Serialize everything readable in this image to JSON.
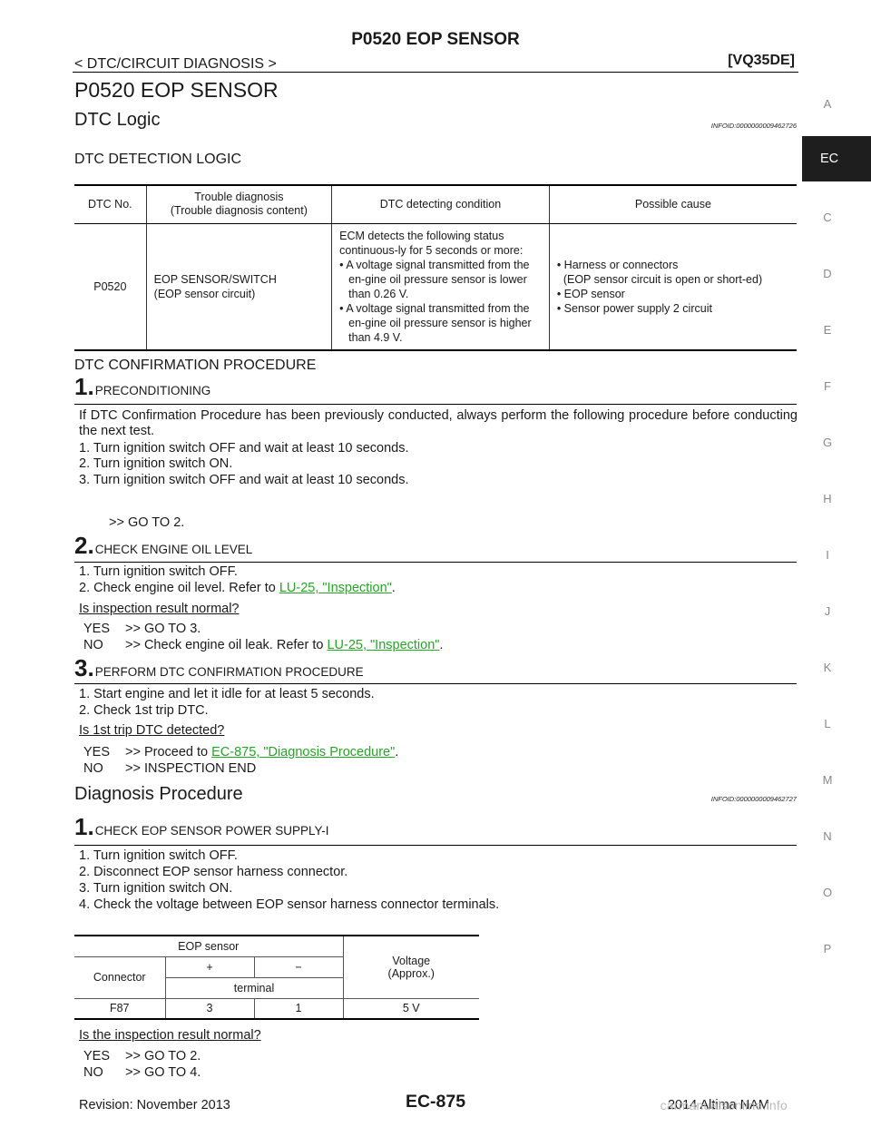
{
  "header": {
    "title": "P0520 EOP SENSOR",
    "breadcrumb": "< DTC/CIRCUIT DIAGNOSIS >",
    "engine": "[VQ35DE]"
  },
  "page_title": "P0520 EOP SENSOR",
  "dtc_logic": {
    "heading": "DTC Logic",
    "infoid": "INFOID:0000000009462726",
    "detection_heading": "DTC DETECTION LOGIC",
    "table": {
      "headers": [
        "DTC No.",
        "Trouble diagnosis",
        "(Trouble diagnosis content)",
        "DTC detecting condition",
        "Possible cause"
      ],
      "dtc_no": "P0520",
      "diag_line1": "EOP SENSOR/SWITCH",
      "diag_line2": "(EOP sensor circuit)",
      "cond_intro": "ECM detects the following status continuous-ly for 5 seconds or more:",
      "cond_b1": "A voltage signal transmitted from the en-gine oil pressure sensor is lower than 0.26 V.",
      "cond_b2": "A voltage signal transmitted from the en-gine oil pressure sensor is higher than 4.9 V.",
      "cause_b1": "Harness or connectors",
      "cause_b1_sub": "(EOP sensor circuit is open or short-ed)",
      "cause_b2": "EOP sensor",
      "cause_b3": "Sensor power supply 2 circuit"
    }
  },
  "confirmation": {
    "heading": "DTC CONFIRMATION PROCEDURE",
    "step1": {
      "num": "1.",
      "title": "PRECONDITIONING",
      "intro": "If DTC Confirmation Procedure has been previously conducted, always perform the following procedure before conducting the next test.",
      "items": [
        "1. Turn ignition switch OFF and wait at least 10 seconds.",
        "2. Turn ignition switch ON.",
        "3. Turn ignition switch OFF and wait at least 10 seconds."
      ],
      "goto": ">> GO TO 2."
    },
    "step2": {
      "num": "2.",
      "title": "CHECK ENGINE OIL LEVEL",
      "item1": "1. Turn ignition switch OFF.",
      "item2_prefix": "2. Check engine oil level. Refer to ",
      "item2_link": "LU-25, \"Inspection\"",
      "item2_suffix": ".",
      "question": "Is inspection result normal?",
      "yes_key": "YES",
      "yes_val": ">> GO TO 3.",
      "no_key": "NO",
      "no_prefix": ">> Check engine oil leak. Refer to ",
      "no_link": "LU-25, \"Inspection\"",
      "no_suffix": "."
    },
    "step3": {
      "num": "3.",
      "title": "PERFORM DTC CONFIRMATION PROCEDURE",
      "item1": "1. Start engine and let it idle for at least 5 seconds.",
      "item2": "2. Check 1st trip DTC.",
      "question": "Is 1st trip DTC detected?",
      "yes_key": "YES",
      "yes_prefix": ">> Proceed to ",
      "yes_link": "EC-875, \"Diagnosis Procedure\"",
      "yes_suffix": ".",
      "no_key": "NO",
      "no_val": ">> INSPECTION END"
    }
  },
  "diagnosis": {
    "heading": "Diagnosis Procedure",
    "infoid": "INFOID:0000000009462727",
    "step1": {
      "num": "1.",
      "title": "CHECK EOP SENSOR POWER SUPPLY-I",
      "items": [
        "1. Turn ignition switch OFF.",
        "2. Disconnect EOP sensor harness connector.",
        "3. Turn ignition switch ON.",
        "4. Check the voltage between EOP sensor harness connector terminals."
      ],
      "table": {
        "eop_sensor": "EOP sensor",
        "voltage": "Voltage",
        "approx": "(Approx.)",
        "connector": "Connector",
        "plus": "+",
        "minus": "−",
        "terminal": "terminal",
        "row": [
          "F87",
          "3",
          "1",
          "5 V"
        ]
      },
      "question": "Is the inspection result normal?",
      "yes_key": "YES",
      "yes_val": ">> GO TO 2.",
      "no_key": "NO",
      "no_val": ">> GO TO 4."
    }
  },
  "side_index": [
    "A",
    "EC",
    "C",
    "D",
    "E",
    "F",
    "G",
    "H",
    "I",
    "J",
    "K",
    "L",
    "M",
    "N",
    "O",
    "P"
  ],
  "footer": {
    "revision": "Revision: November 2013",
    "page": "EC-875",
    "model": "2014 Altima NAM",
    "watermark": "carmanualsonline.info"
  }
}
